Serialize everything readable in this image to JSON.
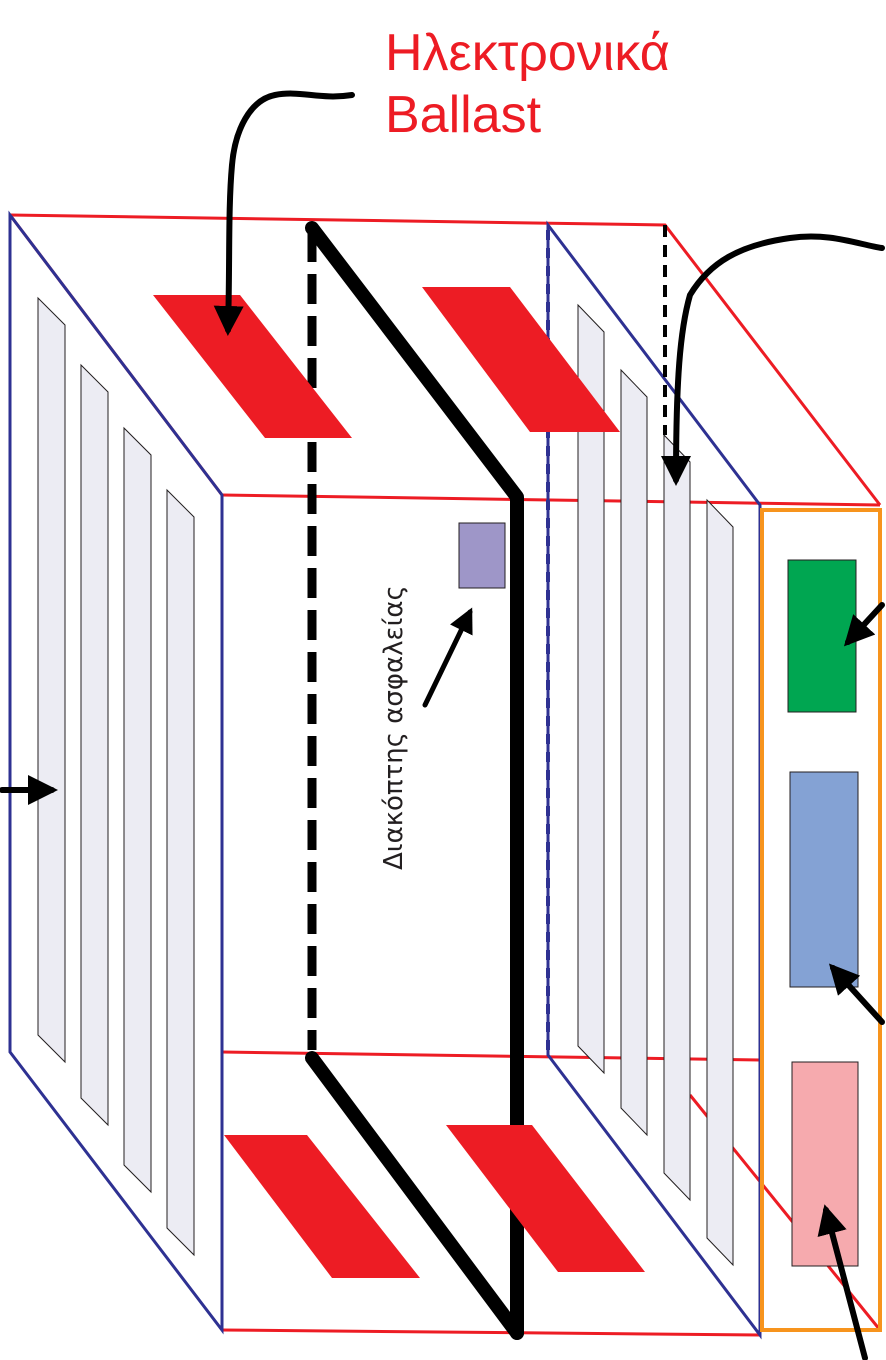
{
  "labels": {
    "ballast_line1": "Ηλεκτρονικά",
    "ballast_line2": "Ballast",
    "safety_switch": "Διακόπτης ασφαλείας"
  },
  "colors": {
    "ballast": "#ed1c24",
    "panel_outline": "#2e3192",
    "top_outline": "#ed1c24",
    "lamp_fill": "#ececf3",
    "switch": "#9e96c8",
    "box_outline": "#f7941d",
    "green_block": "#00a651",
    "blue_block": "#84a2d4",
    "pink_block": "#f6aaae",
    "arrow": "#000000",
    "label_red": "#ed1c24"
  }
}
